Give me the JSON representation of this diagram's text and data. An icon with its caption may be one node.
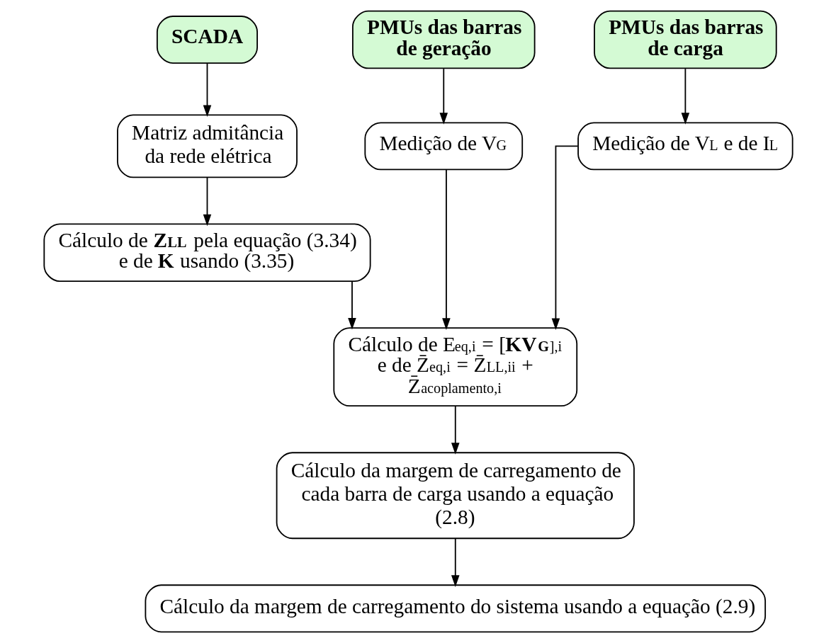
{
  "diagram": {
    "nodes": [
      {
        "text": [
          "SCADA"
        ]
      },
      {
        "text": [
          "PMUs das barras de geração"
        ]
      },
      {
        "text": [
          "PMUs das barras de carga"
        ]
      },
      {
        "text": [
          "Matriz admitância da rede elétrica"
        ]
      },
      {
        "text": [
          "Medição de V⃗$_{G}$"
        ]
      },
      {
        "text": [
          "Medição de V⃗$_{L}$ e de I⃗$_{L}$"
        ]
      },
      {
        "text": [
          "Cálculo de **Z$_{LL}$** pela equação (3.34) e de **K** usando (3.35)"
        ]
      },
      {
        "text": [
          "Cálculo de E⃗$_{eq,i}$ = [**KV$_{G}$**]$_{,i}$ e de Z̄$_{eq,i}$ = Z̄$_{LL,ii}$ + Z̄$_{acoplamento,i}$"
        ]
      },
      {
        "text": [
          "Cálculo da margem de carregamento de cada barra de carga usando a equação (2.8)"
        ]
      },
      {
        "text": [
          "Cálculo da margem de carregamento do sistema usando a equação (2.9)"
        ]
      }
    ],
    "edges": [
      {
        "from": 0,
        "to": 3,
        "arrow": "to"
      },
      {
        "from": 1,
        "to": 4,
        "arrow": "to"
      },
      {
        "from": 2,
        "to": 5,
        "arrow": "to"
      },
      {
        "from": 3,
        "to": 6,
        "arrow": "to"
      },
      {
        "from": 6,
        "to": 7,
        "arrow": "to"
      },
      {
        "from": 4,
        "to": 7,
        "arrow": "to"
      },
      {
        "from": 5,
        "to": 7,
        "arrow": "to"
      },
      {
        "from": 7,
        "to": 8,
        "arrow": "to"
      },
      {
        "from": 8,
        "to": 9,
        "arrow": "to"
      }
    ]
  }
}
